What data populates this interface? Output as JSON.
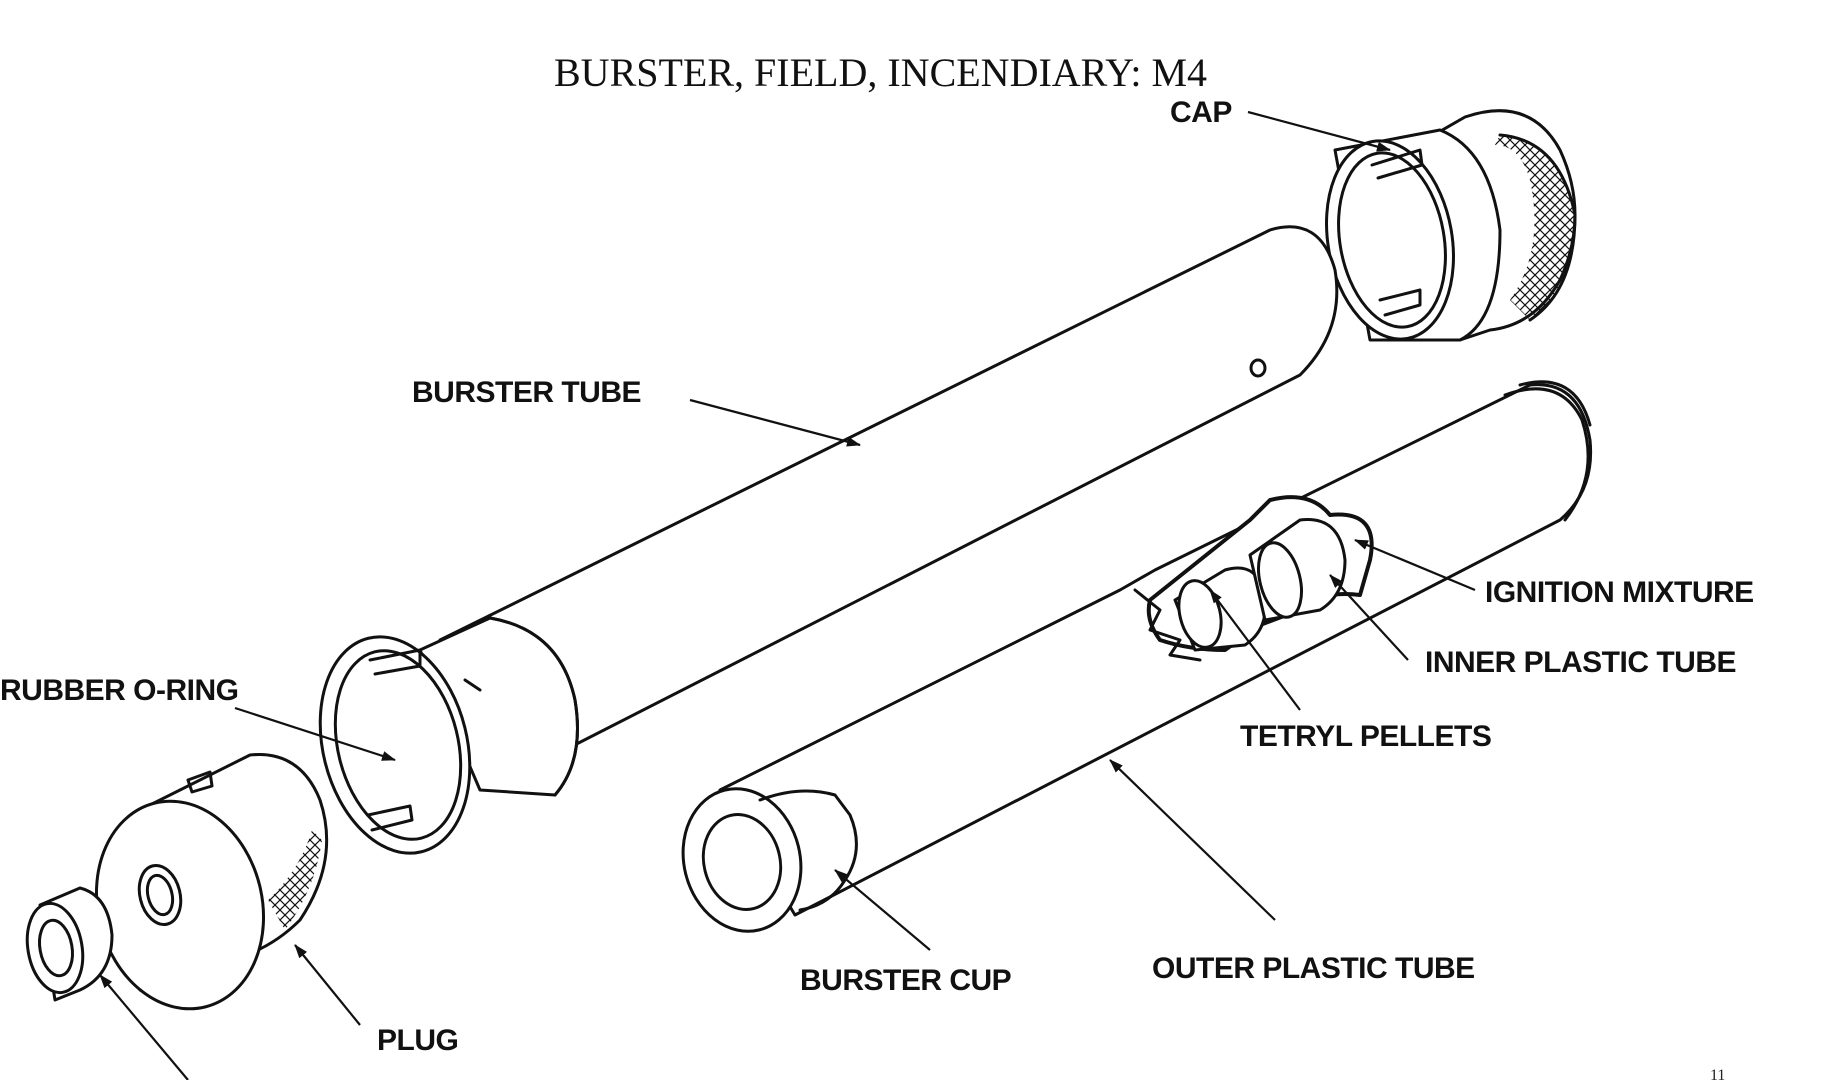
{
  "title": "BURSTER, FIELD, INCENDIARY:  M4",
  "page_mark": "11",
  "labels": {
    "cap": "CAP",
    "burster_tube": "BURSTER TUBE",
    "rubber_o_ring": "RUBBER O-RING",
    "ignition_mixture": "IGNITION MIXTURE",
    "inner_plastic_tube": "INNER PLASTIC TUBE",
    "tetryl_pellets": "TETRYL PELLETS",
    "burster_cup": "BURSTER CUP",
    "outer_plastic_tube": "OUTER PLASTIC TUBE",
    "plug": "PLUG"
  }
}
